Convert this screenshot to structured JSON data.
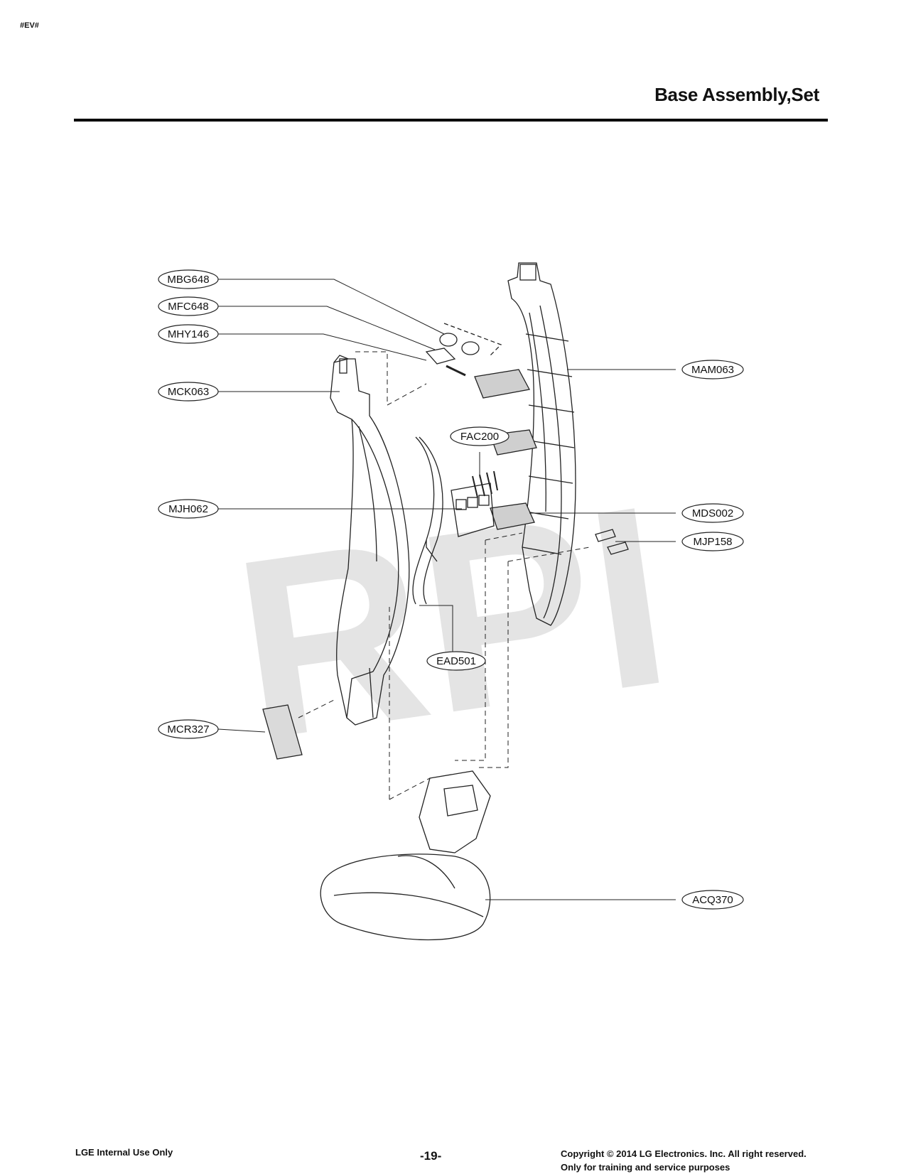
{
  "page": {
    "marker": "#EV#",
    "title": "Base Assembly,Set",
    "watermark": "RPI"
  },
  "callouts": {
    "mbg648": "MBG648",
    "mfc648": "MFC648",
    "mhy146": "MHY146",
    "mck063": "MCK063",
    "mjh062": "MJH062",
    "mcr327": "MCR327",
    "fac200": "FAC200",
    "ead501": "EAD501",
    "mam063": "MAM063",
    "mds002": "MDS002",
    "mjp158": "MJP158",
    "acq370": "ACQ370"
  },
  "footer": {
    "left": "LGE Internal Use Only",
    "page_number": "-19-",
    "copyright": "Copyright © 2014 LG Electronics. Inc. All right reserved.",
    "purpose": "Only for training and service purposes"
  }
}
